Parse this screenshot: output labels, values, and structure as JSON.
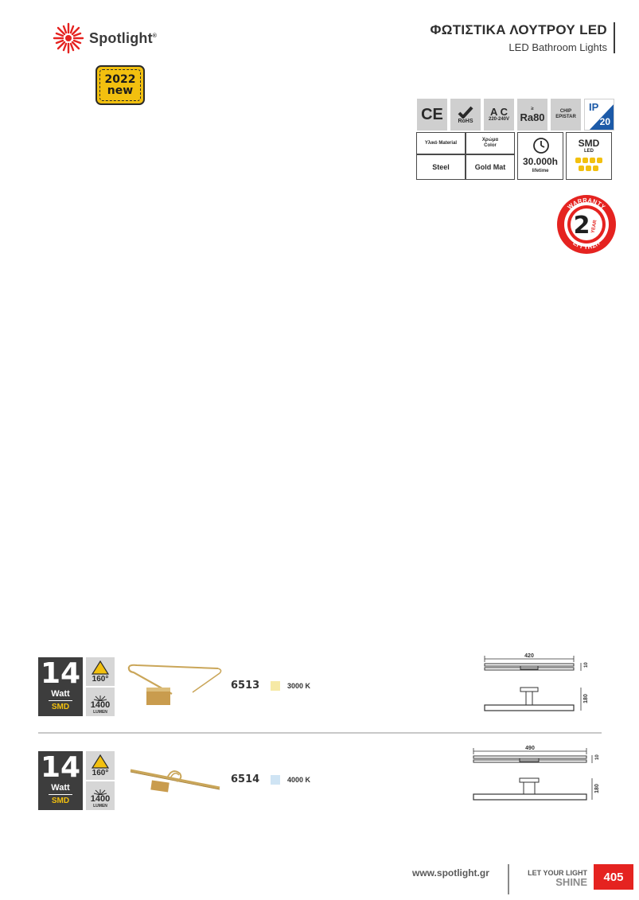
{
  "brand": {
    "name": "Spotlight",
    "reg": "®"
  },
  "new_badge": {
    "year": "2022",
    "label": "new"
  },
  "header": {
    "title_gr": "ΦΩΤΙΣΤΙΚΑ ΛΟΥΤΡΟΥ LED",
    "title_en": "LED Bathroom Lights"
  },
  "specs": {
    "ce": "CE",
    "rohs": "RoHS",
    "ac": "A C",
    "ac_range": "220-240V",
    "ra_sym": "≥",
    "ra": "Ra80",
    "chip": "CHIP",
    "chip_brand": "EPISTAR",
    "ip": "IP",
    "ip_val": "20",
    "material_label": "Υλικό Material",
    "material": "Steel",
    "color_label": "Χρώμα Color",
    "color": "Gold Mat",
    "lifetime": "30.000h",
    "lifetime_label": "lifetime",
    "smd": "SMD",
    "led": "LED"
  },
  "warranty": {
    "top": "WARRANTY",
    "num": "2",
    "unit": "YEAR",
    "bottom": "ΕΓΓΥΗΣΗ"
  },
  "products": [
    {
      "watt": "14",
      "watt_unit": "Watt",
      "type": "SMD",
      "angle": "160°",
      "lumen": "1400",
      "lumen_unit": "LUMEN",
      "code": "6513",
      "kelvin": "3000 K",
      "swatch": "#f6e9a6",
      "dim_width": "420",
      "dim_depth": "10",
      "dim_height": "180"
    },
    {
      "watt": "14",
      "watt_unit": "Watt",
      "type": "SMD",
      "angle": "160°",
      "lumen": "1400",
      "lumen_unit": "LUMEN",
      "code": "6514",
      "kelvin": "4000 K",
      "swatch": "#cfe4f4",
      "dim_width": "490",
      "dim_depth": "10",
      "dim_height": "180"
    }
  ],
  "footer": {
    "url": "www.spotlight.gr",
    "slogan_top": "LET YOUR LIGHT",
    "slogan_bottom": "SHINE",
    "page": "405"
  },
  "colors": {
    "accent_red": "#e52320",
    "badge_yellow": "#f2c00f",
    "ip_blue": "#1c5aa8",
    "gold": "#c9a24a"
  }
}
